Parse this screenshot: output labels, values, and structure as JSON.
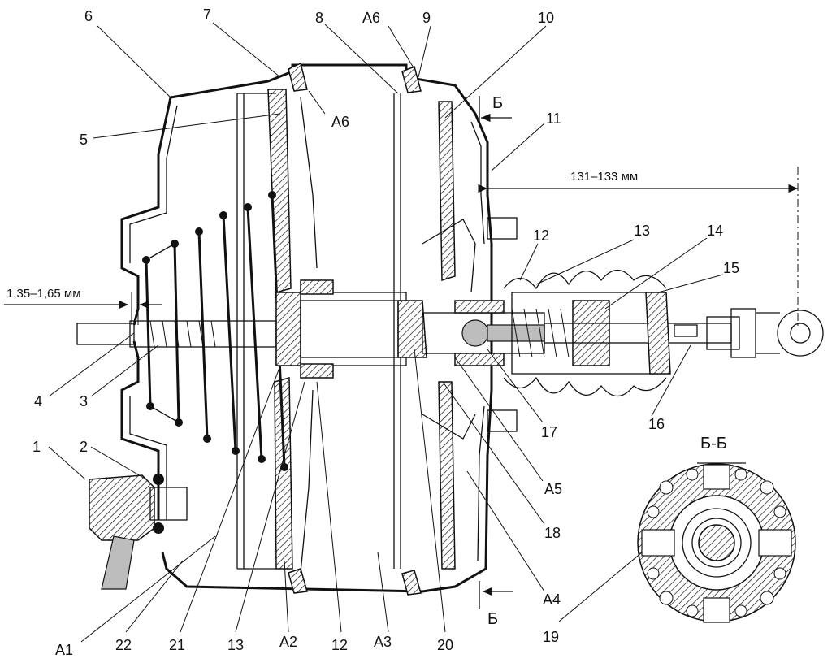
{
  "labels": {
    "n1": "1",
    "n2": "2",
    "n3": "3",
    "n4": "4",
    "n5": "5",
    "n6": "6",
    "n7": "7",
    "n8": "8",
    "n9": "9",
    "n10": "10",
    "n11": "11",
    "n12a": "12",
    "n12b": "12",
    "n13a": "13",
    "n13b": "13",
    "n14": "14",
    "n15": "15",
    "n16": "16",
    "n17": "17",
    "n18": "18",
    "n19": "19",
    "n20": "20",
    "n21": "21",
    "n22": "22",
    "a1": "A1",
    "a2": "A2",
    "a3": "A3",
    "a4": "A4",
    "a5": "A5",
    "a6a": "A6",
    "a6b": "A6",
    "bTop": "Б",
    "bBottom": "Б",
    "section": "Б-Б"
  },
  "dimensions": {
    "gap": "1,35–1,65 мм",
    "rodLength": "131–133 мм"
  }
}
